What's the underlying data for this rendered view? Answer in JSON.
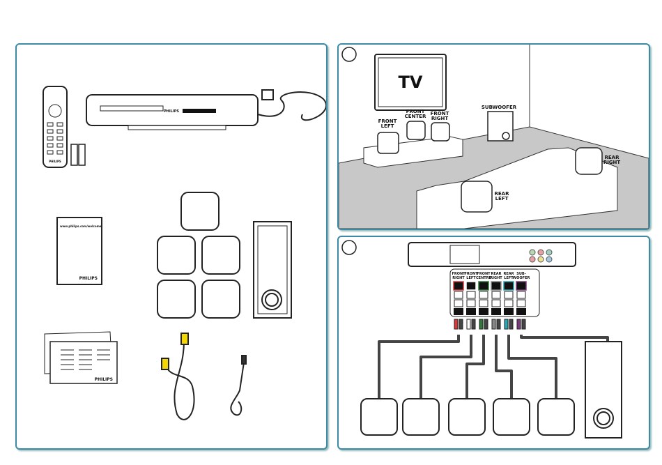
{
  "brand": "PHILIPS",
  "booklet_url": "www.philips.com/welcome",
  "placement": {
    "tv": "TV",
    "front_left": [
      "FRONT",
      "LEFT"
    ],
    "front_center": [
      "FRONT",
      "CENTER"
    ],
    "front_right": [
      "FRONT",
      "RIGHT"
    ],
    "subwoofer": "SUBWOOFER",
    "rear_left": [
      "REAR",
      "LEFT"
    ],
    "rear_right": [
      "REAR",
      "RIGHT"
    ]
  },
  "connection": {
    "channels": [
      {
        "l1": "FRONT",
        "l2": "RIGHT",
        "color": "#d9373a"
      },
      {
        "l1": "FRONT",
        "l2": "LEFT",
        "color": "#ffffff"
      },
      {
        "l1": "FRONT",
        "l2": "CENTRE",
        "color": "#2f7a3a"
      },
      {
        "l1": "REAR",
        "l2": "RIGHT",
        "color": "#888888"
      },
      {
        "l1": "REAR",
        "l2": "LEFT",
        "color": "#2aa7b5"
      },
      {
        "l1": "SUB-",
        "l2": "WOOFER",
        "color": "#7a3a7a"
      }
    ]
  },
  "colors": {
    "panel_border": "#3d8aa6",
    "floor": "#c8c8c8"
  }
}
